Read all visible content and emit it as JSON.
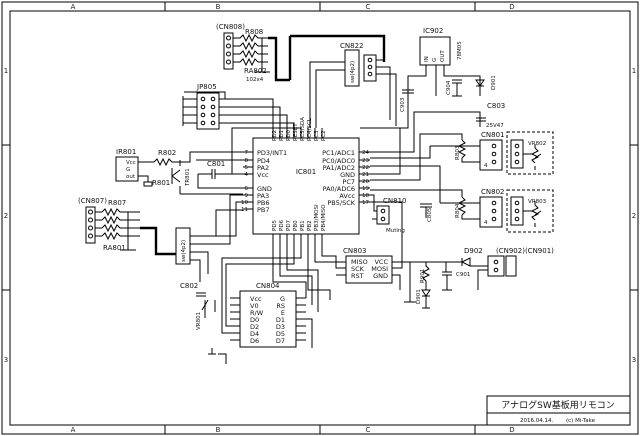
{
  "frame": {
    "columns": [
      "A",
      "B",
      "C",
      "D"
    ],
    "rows": [
      "1",
      "2",
      "3"
    ]
  },
  "title_block": {
    "title": "アナログSW基板用リモコン",
    "date": "2016.04.14.",
    "author": "(c) Mi-Take"
  },
  "components": {
    "ic801": "IC801",
    "ic902": "IC902",
    "ic902_part": "78M05",
    "ic902_pins": [
      "IN",
      "G",
      "OUT"
    ],
    "cn808": "(CN808)",
    "cn807": "(CN807)",
    "cn822": "CN822",
    "cn801": "CN801",
    "cn802": "CN802",
    "cn803": "CN803",
    "cn804": "CN804",
    "cn810": "CN810",
    "cn902": "(CN902)(CN901)",
    "jp805": "JP805",
    "ir801": "IR801",
    "ir_pins": [
      "Vcc",
      "G",
      "out"
    ],
    "r808": "R808",
    "ra802": "RA802",
    "ra802_value": "102x4",
    "r807": "R807",
    "ra801": "RA801",
    "r802": "R802",
    "r801": "R801",
    "tr801": "TR801",
    "c801": "C801",
    "c802": "C802",
    "c803": "C803",
    "c803_value": "25V47",
    "c805": "C805",
    "c901": "C901",
    "c902": "C902",
    "c903": "C903",
    "c904": "C904",
    "d901": "D901",
    "d902": "D902",
    "r901": "R901",
    "r803": "R803",
    "r804": "R804",
    "vr801": "VR801",
    "vr802": "VR802",
    "vr803": "VR803",
    "sw_a": "sw(4p2)",
    "sw_b": "sw(4p2)",
    "muting": "Muting"
  },
  "ic801_pins": {
    "left": [
      "PD3/INT1",
      "PD4",
      "PA2",
      "Vcc",
      "GND",
      "PA3",
      "PB6",
      "PB7"
    ],
    "left_numbers": [
      "7",
      "8",
      "5",
      "4",
      "6",
      "9",
      "10",
      "11"
    ],
    "right": [
      "PC1/ADC1",
      "PC0/ADC0",
      "PA1/ADC2",
      "GND",
      "PC7",
      "PA0/ADC6",
      "AVcc",
      "PB5/SCK"
    ],
    "right_numbers": [
      "24",
      "23",
      "22",
      "21",
      "20",
      "19",
      "18",
      "17"
    ],
    "top": [
      "PD2",
      "PD1",
      "PD0",
      "RESET",
      "PC5/SDA",
      "PC4/SCL",
      "PC3",
      "PC2"
    ],
    "bottom": [
      "PD5",
      "PD6",
      "PD7",
      "PB0",
      "PB1",
      "PB2",
      "PB3/MOSI",
      "PB4/MISO"
    ]
  },
  "cn803_pins": [
    "MISO",
    "VCC",
    "SCK",
    "MOSI",
    "RST",
    "GND"
  ],
  "cn804_pins": {
    "left": [
      "Vcc",
      "V0",
      "R/W",
      "D0",
      "D2",
      "D4",
      "D6"
    ],
    "right": [
      "G",
      "RS",
      "E",
      "D1",
      "D3",
      "D5",
      "D7"
    ]
  }
}
